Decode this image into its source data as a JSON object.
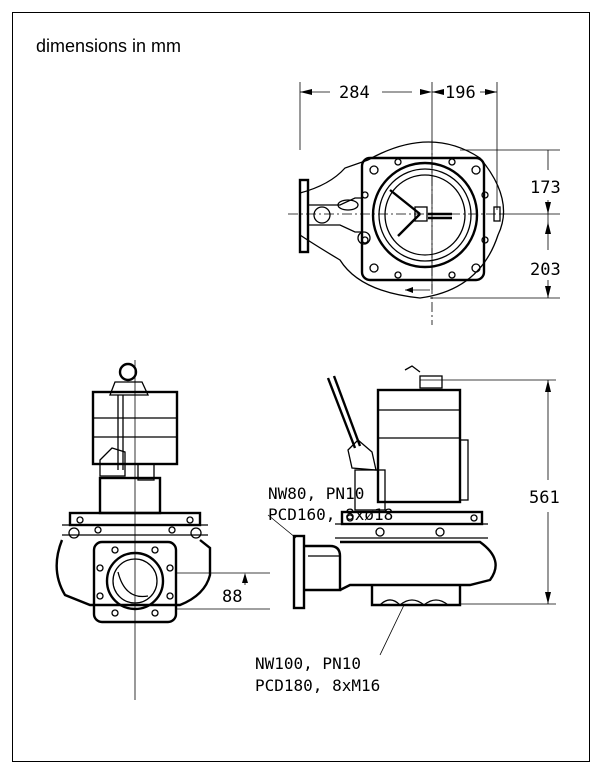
{
  "heading": "dimensions in mm",
  "dimensions": {
    "top_left_width": "284",
    "top_right_width": "196",
    "upper_offset": "173",
    "lower_offset": "203",
    "height": "561",
    "outlet_offset": "88"
  },
  "notes": {
    "inlet_line1": "NW80, PN10",
    "inlet_line2": "PCD160, 8xø18",
    "outlet_line1": "NW100, PN10",
    "outlet_line2": "PCD180, 8xM16"
  }
}
